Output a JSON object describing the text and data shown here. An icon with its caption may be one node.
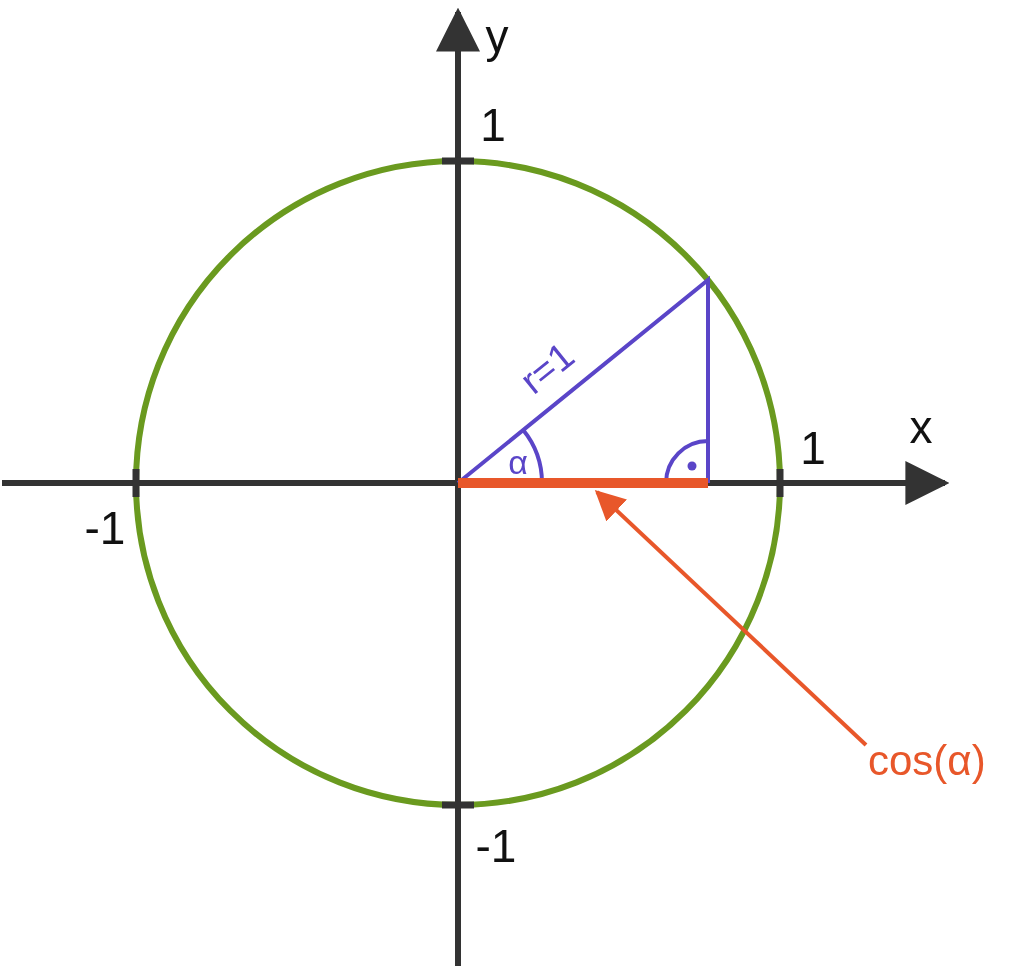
{
  "diagram": {
    "nodes": [
      {
        "text": [
          "cos(α)"
        ]
      },
      {
        "text": [],
        "shape": "bar"
      }
    ],
    "edges": [
      {
        "from": 0,
        "to": 1,
        "arrow": "to",
        "color": "#e8572a"
      }
    ],
    "labels": [
      "y",
      "1",
      "r=1",
      "x",
      "1",
      "α",
      "-1",
      "-1"
    ]
  }
}
